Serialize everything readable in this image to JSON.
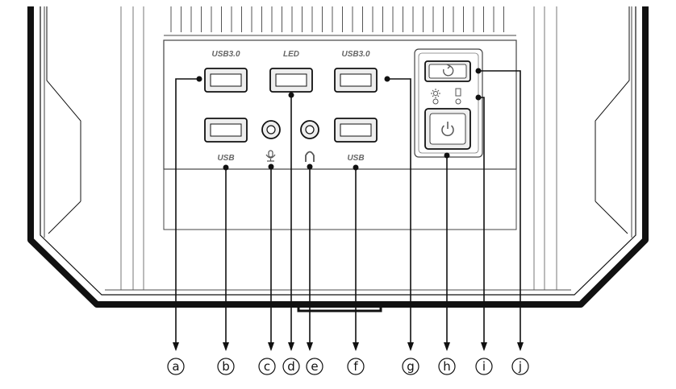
{
  "labels": {
    "usb3_left": "USB3.0",
    "led": "LED",
    "usb3_right": "USB3.0",
    "usb_left": "USB",
    "usb_right": "USB"
  },
  "callouts": [
    "a",
    "b",
    "c",
    "d",
    "e",
    "f",
    "g",
    "h",
    "i",
    "j"
  ],
  "icons": {
    "reset": "reset-icon",
    "power": "power-icon",
    "microphone": "microphone-icon",
    "headphone": "headphone-icon",
    "power_led": "power-led-icon",
    "hdd_led": "hdd-led-icon"
  },
  "colors": {
    "line": "#111111",
    "panel_stroke": "#444444",
    "port_fill": "#eeeeee"
  }
}
